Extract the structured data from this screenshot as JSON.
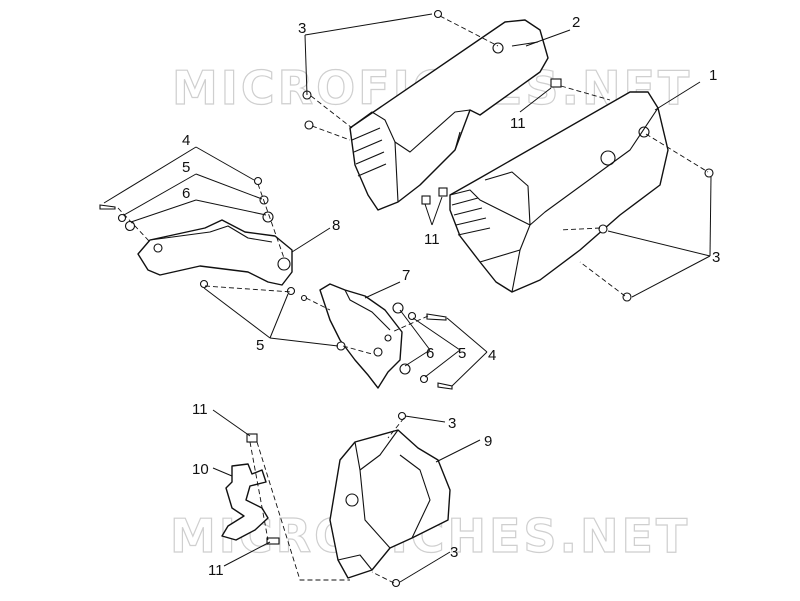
{
  "watermark": {
    "text_top": "MICROFICHES.NET",
    "text_bottom": "MICROFICHES.NET",
    "color": "#cfcfcf"
  },
  "callouts": [
    {
      "id": "c1",
      "label": "1"
    },
    {
      "id": "c2",
      "label": "2"
    },
    {
      "id": "c3a",
      "label": "3"
    },
    {
      "id": "c3b",
      "label": "3"
    },
    {
      "id": "c3c",
      "label": "3"
    },
    {
      "id": "c3d",
      "label": "3"
    },
    {
      "id": "c4a",
      "label": "4"
    },
    {
      "id": "c4b",
      "label": "4"
    },
    {
      "id": "c5a",
      "label": "5"
    },
    {
      "id": "c5b",
      "label": "5"
    },
    {
      "id": "c5c",
      "label": "5"
    },
    {
      "id": "c6a",
      "label": "6"
    },
    {
      "id": "c6b",
      "label": "6"
    },
    {
      "id": "c7",
      "label": "7"
    },
    {
      "id": "c8",
      "label": "8"
    },
    {
      "id": "c9",
      "label": "9"
    },
    {
      "id": "c10",
      "label": "10"
    },
    {
      "id": "c11a",
      "label": "11"
    },
    {
      "id": "c11b",
      "label": "11"
    },
    {
      "id": "c11c",
      "label": "11"
    },
    {
      "id": "c11d",
      "label": "11"
    }
  ]
}
